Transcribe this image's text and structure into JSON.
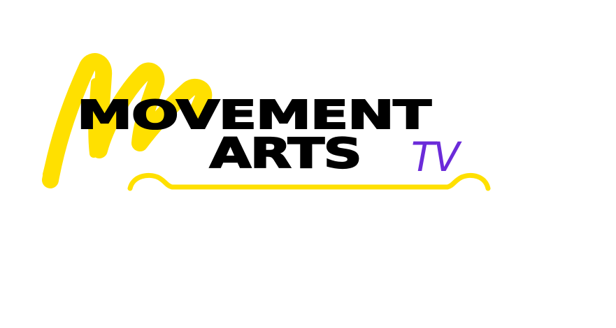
{
  "logo": {
    "line1": "MOVEMENT",
    "line2": "ARTS",
    "suffix": "TV"
  },
  "colors": {
    "brush_yellow": "#FFE000",
    "text_black": "#000000",
    "tv_purple": "#6B2BD9",
    "background": "#FFFFFF"
  }
}
